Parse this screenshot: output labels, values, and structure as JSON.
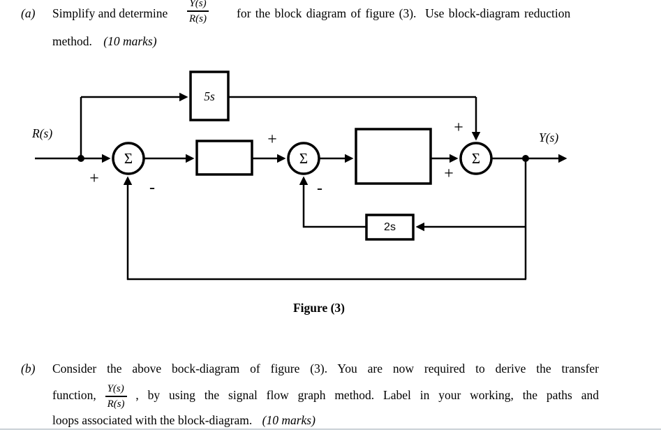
{
  "page": {
    "background": "#ffffff",
    "ink_color": "#000000",
    "bottom_rule_color": "#c9d0d6"
  },
  "part_a": {
    "label": "(a)",
    "text_before_fraction": "Simplify and determine",
    "fraction": {
      "numerator": "Y(s)",
      "denominator": "R(s)"
    },
    "text_after_fraction": "for the block diagram of figure (3).  Use block-diagram reduction",
    "line2_normal": "method.",
    "line2_italic": "(10 marks)"
  },
  "diagram": {
    "input_label": "R(s)",
    "output_label": "Y(s)",
    "summing_symbol": "Σ",
    "blocks": {
      "top_feedforward_label": "5s",
      "gain_block_1_label": "",
      "gain_block_2_label": "",
      "inner_feedback_label": "2s"
    },
    "signs": {
      "sum1_plus": "+",
      "sum1_minus": "-",
      "sum2_plus": "+",
      "sum2_minus": "-",
      "sum3_plus_top": "+",
      "sum3_plus_left": "+"
    },
    "caption": "Figure (3)"
  },
  "part_b": {
    "label": "(b)",
    "line1": "Consider the above bock-diagram of figure (3).  You are now required to derive the transfer",
    "line2_before": "function,",
    "fraction": {
      "numerator": "Y(s)",
      "denominator": "R(s)"
    },
    "line2_after": ", by using the signal flow graph method.  Label in your working, the paths and",
    "line3_normal": "loops associated with the block-diagram.",
    "line3_italic": "(10 marks)"
  }
}
